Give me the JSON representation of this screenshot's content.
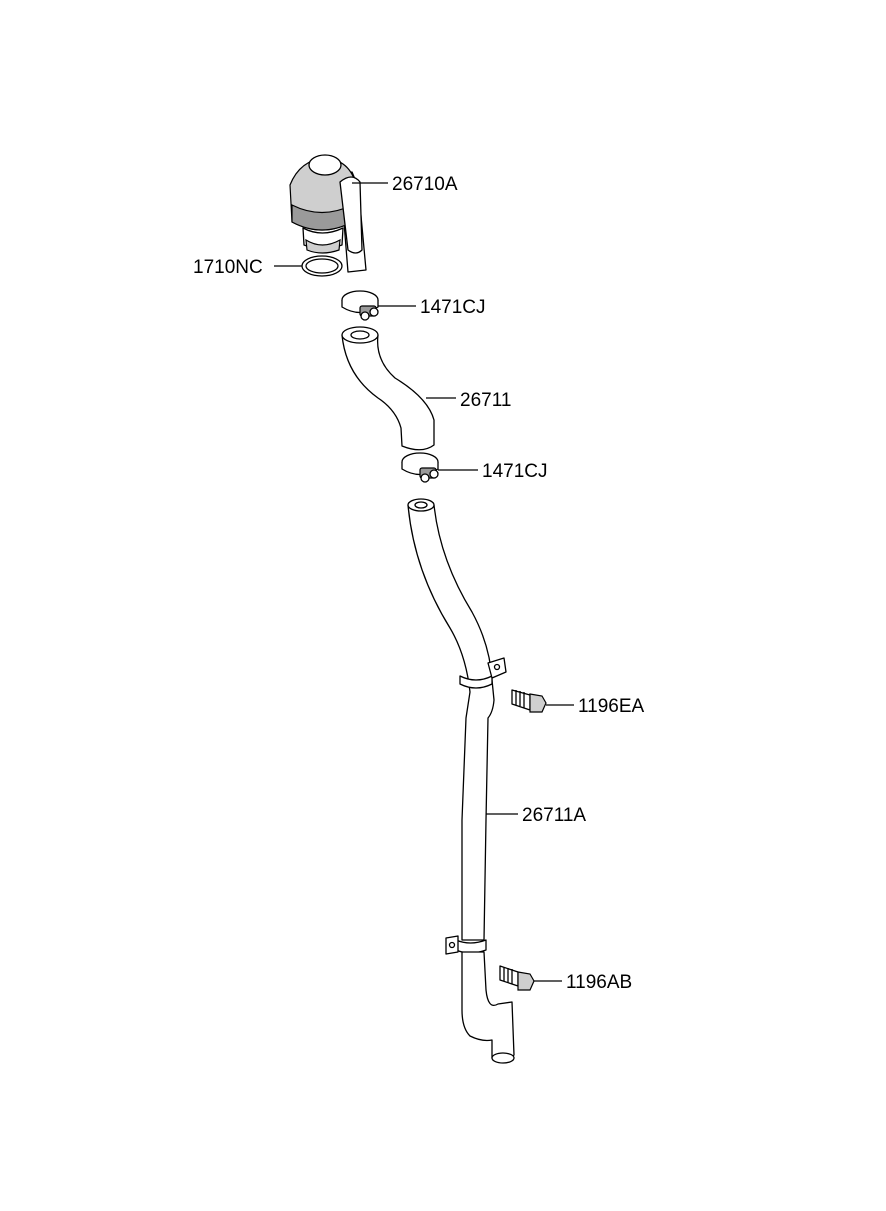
{
  "callouts": {
    "p26710a": "26710A",
    "p1710nc": "1710NC",
    "p1471cj_upper": "1471CJ",
    "p26711": "26711",
    "p1471cj_lower": "1471CJ",
    "p1196ea": "1196EA",
    "p26711a": "26711A",
    "p1196ab": "1196AB"
  }
}
